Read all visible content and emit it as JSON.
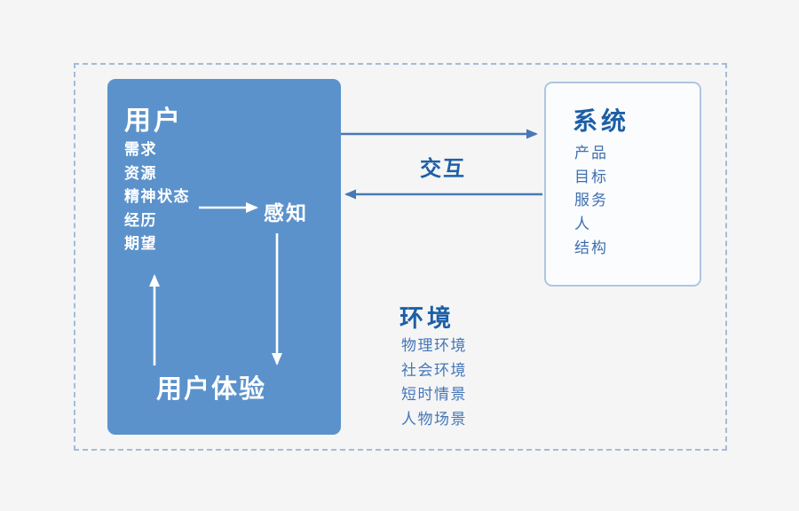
{
  "diagram": {
    "user_box": {
      "title": "用户",
      "items": [
        "需求",
        "资源",
        "精神状态",
        "经历",
        "期望"
      ],
      "perception_label": "感知",
      "experience_label": "用户体验"
    },
    "system_box": {
      "title": "系统",
      "items": [
        "产品",
        "目标",
        "服务",
        "人",
        "结构"
      ]
    },
    "interaction_label": "交互",
    "environment": {
      "title": "环境",
      "items": [
        "物理环境",
        "社会环境",
        "短时情景",
        "人物场景"
      ]
    },
    "colors": {
      "background": "#f5f5f6",
      "user_box_fill": "#5b92cc",
      "heading_blue": "#1d5fa7",
      "system_item_blue": "#3e6fb2",
      "environment_item_blue": "#4477b7",
      "arrow_blue": "#4878b4",
      "frame_dash_blue": "#a3bcd6",
      "system_box_border": "#aec6e0",
      "system_box_fill": "#fbfcfd",
      "inner_text_white": "#ffffff"
    }
  }
}
